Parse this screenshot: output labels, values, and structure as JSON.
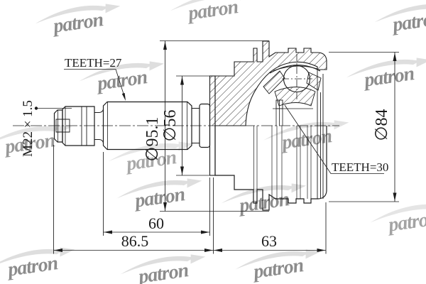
{
  "drawing": {
    "title": "cv-joint-outer-technical-drawing",
    "annotations": {
      "teeth_left": "TEETH=27",
      "teeth_right": "TEETH=30",
      "thread_spec": "M22 × 1.5"
    },
    "diameters": {
      "boot_clamp_od": "∅95.1",
      "boot_seat_od": "∅56",
      "housing_od": "∅84"
    },
    "lengths": {
      "spline_section": "60",
      "shaft_section": "86.5",
      "housing_section": "63"
    },
    "colors": {
      "line": "#1c1c1c",
      "background": "#ffffff",
      "watermark": "#bfbfbf"
    }
  },
  "watermark": {
    "text": "patron"
  }
}
